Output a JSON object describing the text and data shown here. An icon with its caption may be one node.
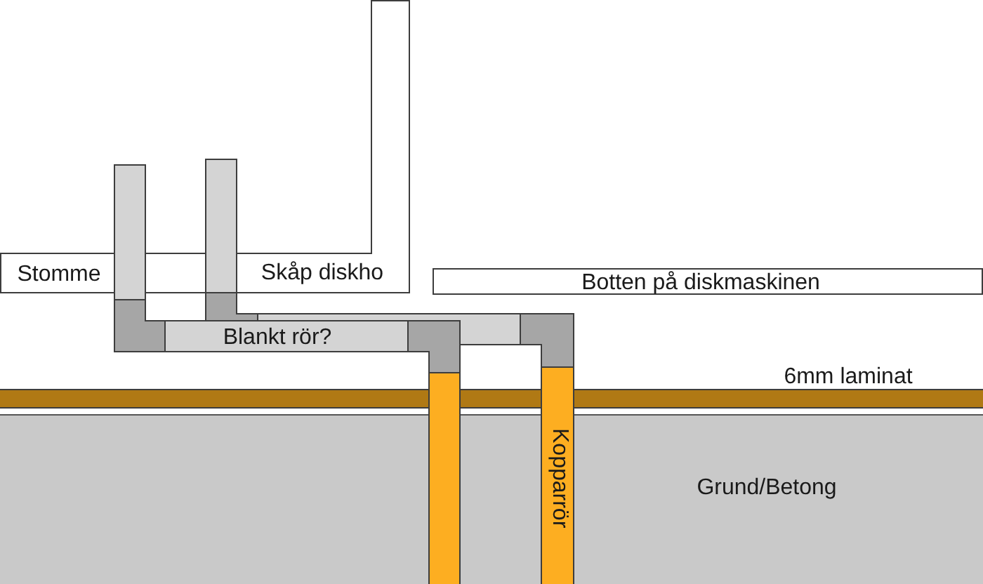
{
  "diagram": {
    "nodes": [
      {
        "text": [],
        "shape": "bar"
      },
      {
        "text": [],
        "shape": "bar"
      },
      {
        "text": [
          "Stomme"
        ]
      },
      {
        "text": [],
        "shape": "box"
      },
      {
        "text": [
          "Skåp diskho"
        ]
      },
      {
        "text": [
          "Botten på diskmaskinen"
        ]
      },
      {
        "text": [],
        "shape": "bar"
      },
      {
        "text": [
          "Blankt rör?"
        ]
      },
      {
        "text": [],
        "shape": "bar"
      },
      {
        "text": [
          "6mm laminat"
        ]
      },
      {
        "text": [
          "Kopparrör"
        ]
      },
      {
        "text": [
          "Grund/Betong"
        ]
      }
    ]
  }
}
